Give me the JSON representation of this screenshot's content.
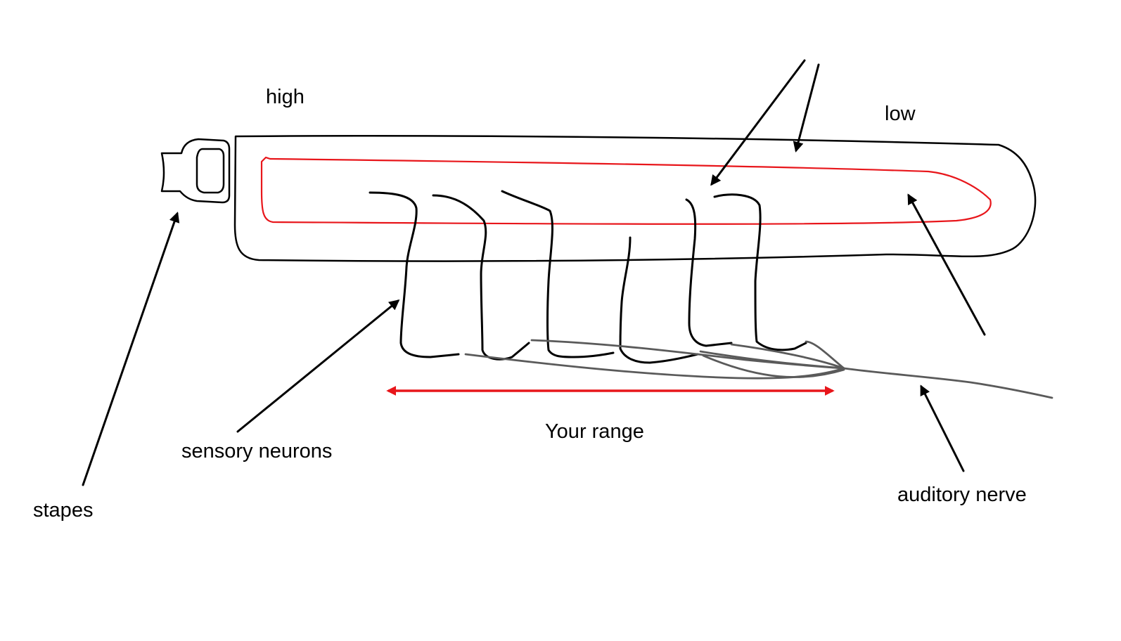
{
  "labels": {
    "high": "high",
    "low": "low",
    "stapes": "stapes",
    "sensory_neurons": "sensory neurons",
    "your_range": "Your range",
    "auditory_nerve": "auditory nerve"
  },
  "colors": {
    "outline": "#000000",
    "basilar_membrane": "#e8161b",
    "range_arrow": "#e8161b",
    "nerve_fibers": "#5a5a5a"
  }
}
